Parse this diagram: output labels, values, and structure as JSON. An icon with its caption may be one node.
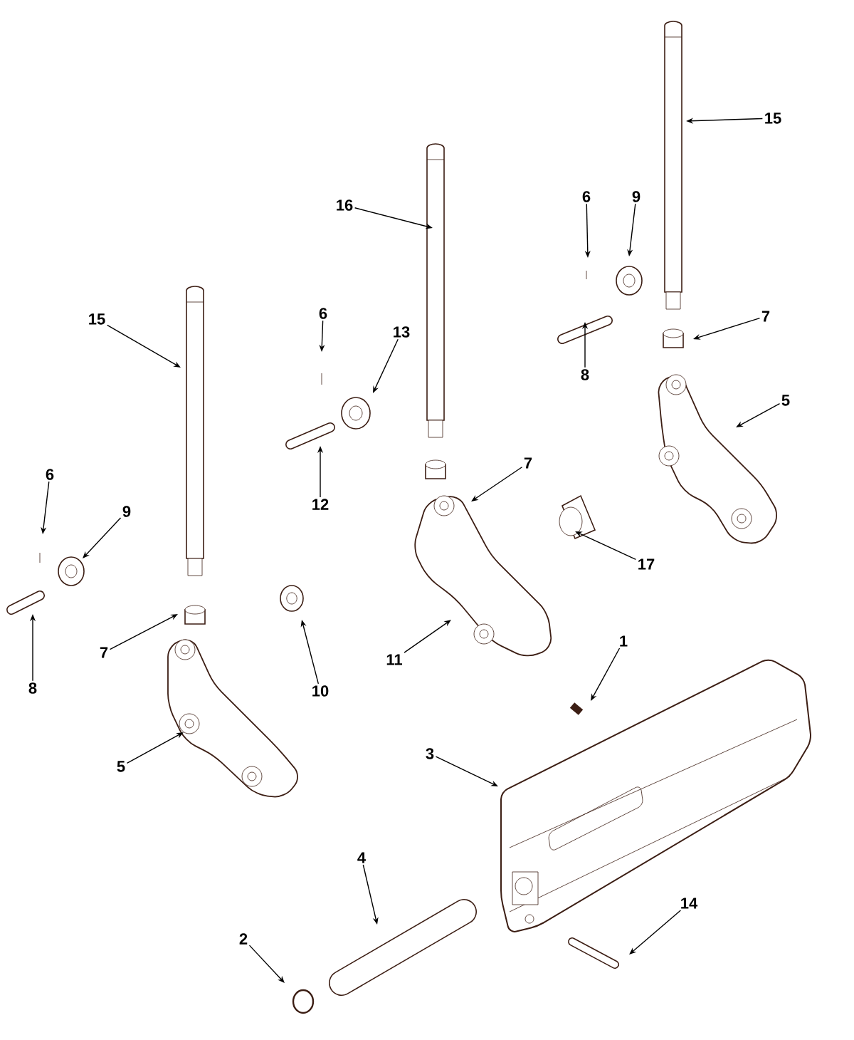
{
  "diagram": {
    "nodes": [
      {
        "text": [
          "15"
        ]
      },
      {
        "text": [
          "16"
        ]
      },
      {
        "text": [
          "6"
        ]
      },
      {
        "text": [
          "9"
        ]
      },
      {
        "text": [
          "7"
        ]
      },
      {
        "text": [
          "8"
        ]
      },
      {
        "text": [
          "15"
        ]
      },
      {
        "text": [
          "6"
        ]
      },
      {
        "text": [
          "13"
        ]
      },
      {
        "text": [
          "12"
        ]
      },
      {
        "text": [
          "5"
        ]
      },
      {
        "text": [
          "7"
        ]
      },
      {
        "text": [
          "6"
        ]
      },
      {
        "text": [
          "9"
        ]
      },
      {
        "text": [
          "17"
        ]
      },
      {
        "text": [
          "7"
        ]
      },
      {
        "text": [
          "8"
        ]
      },
      {
        "text": [
          "10"
        ]
      },
      {
        "text": [
          "11"
        ]
      },
      {
        "text": [
          "1"
        ]
      },
      {
        "text": [
          "5"
        ]
      },
      {
        "text": [
          "3"
        ]
      },
      {
        "text": [
          "4"
        ]
      },
      {
        "text": [
          "2"
        ]
      },
      {
        "text": [
          "14"
        ]
      }
    ],
    "edges": [
      {
        "from": 0,
        "to": null,
        "arrow": "to"
      },
      {
        "from": 1,
        "to": null,
        "arrow": "to"
      },
      {
        "from": 2,
        "to": null,
        "arrow": "to"
      },
      {
        "from": 3,
        "to": null,
        "arrow": "to"
      },
      {
        "from": 4,
        "to": null,
        "arrow": "to"
      },
      {
        "from": 5,
        "to": null,
        "arrow": "to"
      },
      {
        "from": 6,
        "to": null,
        "arrow": "to"
      },
      {
        "from": 7,
        "to": null,
        "arrow": "to"
      },
      {
        "from": 8,
        "to": null,
        "arrow": "to"
      },
      {
        "from": 9,
        "to": null,
        "arrow": "to"
      },
      {
        "from": 10,
        "to": null,
        "arrow": "to"
      },
      {
        "from": 11,
        "to": null,
        "arrow": "to"
      },
      {
        "from": 12,
        "to": null,
        "arrow": "to"
      },
      {
        "from": 13,
        "to": null,
        "arrow": "to"
      },
      {
        "from": 14,
        "to": null,
        "arrow": "to"
      },
      {
        "from": 15,
        "to": null,
        "arrow": "to"
      },
      {
        "from": 16,
        "to": null,
        "arrow": "to"
      },
      {
        "from": 17,
        "to": null,
        "arrow": "to"
      },
      {
        "from": 18,
        "to": null,
        "arrow": "to"
      },
      {
        "from": 19,
        "to": null,
        "arrow": "to"
      },
      {
        "from": 20,
        "to": null,
        "arrow": "to"
      },
      {
        "from": 21,
        "to": null,
        "arrow": "to"
      },
      {
        "from": 22,
        "to": null,
        "arrow": "to"
      },
      {
        "from": 23,
        "to": null,
        "arrow": "to"
      },
      {
        "from": 24,
        "to": null,
        "arrow": "to"
      }
    ]
  }
}
